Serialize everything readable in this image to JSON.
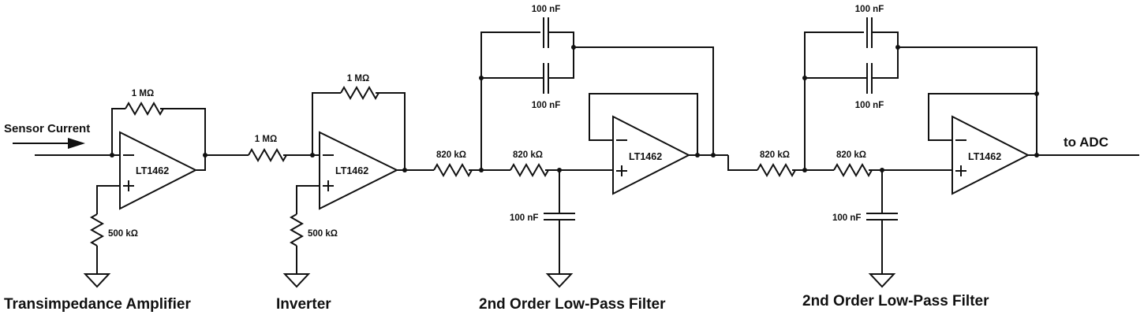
{
  "diagram": {
    "input_label": "Sensor Current",
    "output_label": "to ADC",
    "stages": [
      {
        "title": "Transimpedance Amplifier",
        "opamp": "LT1462",
        "feedback_resistor": "1 MΩ",
        "bias_resistor": "500 kΩ"
      },
      {
        "title": "Inverter",
        "opamp": "LT1462",
        "input_resistor": "1 MΩ",
        "feedback_resistor": "1 MΩ",
        "bias_resistor": "500 kΩ"
      },
      {
        "title": "2nd Order Low-Pass Filter",
        "opamp": "LT1462",
        "r1": "820 kΩ",
        "r2": "820 kΩ",
        "c_feedback_top": "100 nF",
        "c_feedback_bottom": "100 nF",
        "c_ground": "100 nF"
      },
      {
        "title": "2nd Order Low-Pass Filter",
        "opamp": "LT1462",
        "r1": "820 kΩ",
        "r2": "820 kΩ",
        "c_feedback_top": "100 nF",
        "c_feedback_bottom": "100 nF",
        "c_ground": "100 nF"
      }
    ]
  }
}
